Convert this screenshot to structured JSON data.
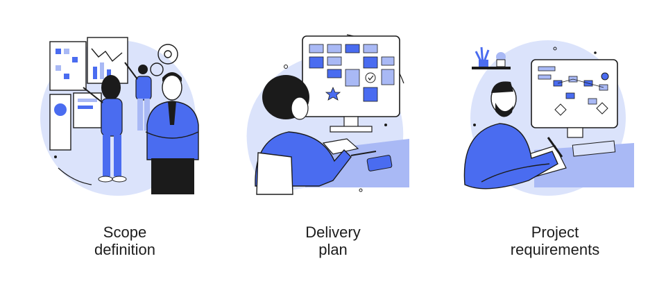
{
  "colors": {
    "blue": "#4a6cf0",
    "light_blue": "#dbe3fb",
    "mid_blue": "#a9b9f5",
    "ink": "#1b1b1b",
    "background": "#ffffff"
  },
  "panels": [
    {
      "illustration_icon": "scope-definition-illustration",
      "caption_lines": [
        "Scope",
        "definition"
      ]
    },
    {
      "illustration_icon": "delivery-plan-illustration",
      "caption_lines": [
        "Delivery",
        "plan"
      ]
    },
    {
      "illustration_icon": "project-requirements-illustration",
      "caption_lines": [
        "Project",
        "requirements"
      ]
    }
  ]
}
